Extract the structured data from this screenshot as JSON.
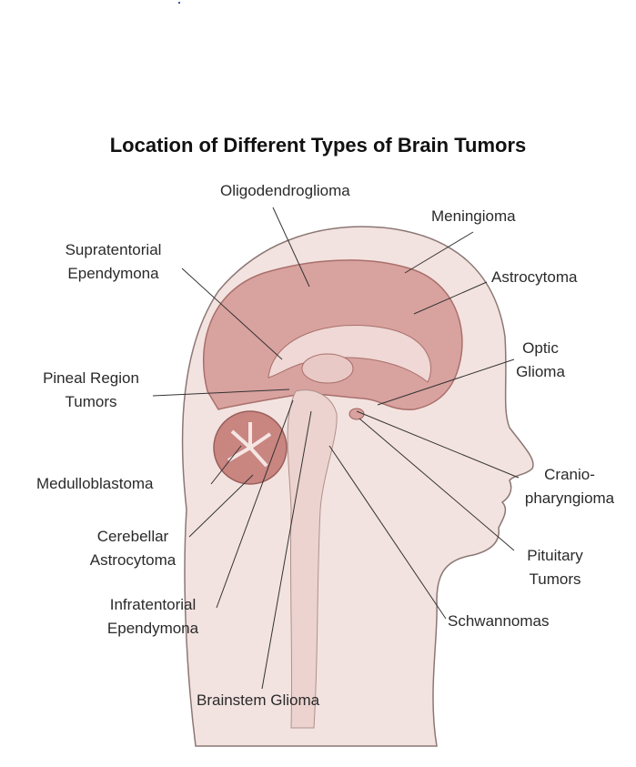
{
  "title": "Location of Different Types of Brain Tumors",
  "labels": {
    "oligodendroglioma": "Oligodendroglioma",
    "meningioma": "Meningioma",
    "supratentorial_1": "Supratentorial",
    "supratentorial_2": "Ependymona",
    "astrocytoma": "Astrocytoma",
    "optic_1": "Optic",
    "optic_2": "Glioma",
    "pineal_1": "Pineal Region",
    "pineal_2": "Tumors",
    "medulloblastoma": "Medulloblastoma",
    "cranio_1": "Cranio-",
    "cranio_2": "pharyngioma",
    "cerebellar_1": "Cerebellar",
    "cerebellar_2": "Astrocytoma",
    "pituitary_1": "Pituitary",
    "pituitary_2": "Tumors",
    "infratentorial_1": "Infratentorial",
    "infratentorial_2": "Ependymona",
    "schwannomas": "Schwannomas",
    "brainstem": "Brainstem Glioma"
  },
  "colors": {
    "skin": "#f3e3e0",
    "brain": "#d8a29f",
    "cerebellum": "#c98580",
    "stem": "#ecd3cf",
    "line": "#333333"
  }
}
